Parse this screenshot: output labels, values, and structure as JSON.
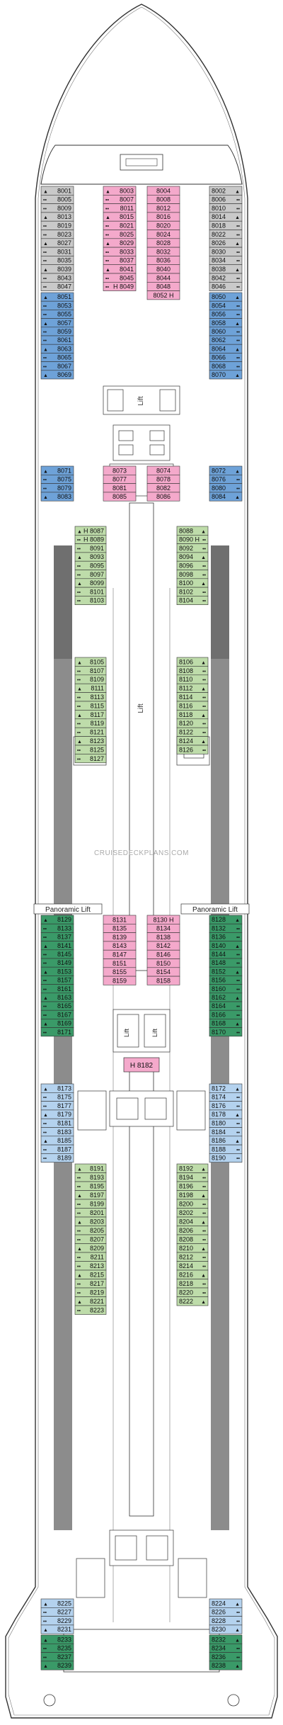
{
  "watermark": "CRUISEDECKPLANS.COM",
  "labels": {
    "lift_fwd": "Lift",
    "lift_mid": "Lift",
    "lift_aft_left": "Lift",
    "lift_aft_right": "Lift",
    "panoramic_left": "Panoramic Lift",
    "panoramic_right": "Panoramic Lift",
    "h8182": "H 8182"
  },
  "colors": {
    "grey": "#c9c9c9",
    "green": "#3a9a68",
    "pink": "#f4a9cb",
    "blue": "#6ea2d8",
    "light_green": "#bedcaa",
    "light_blue": "#b4d2ee",
    "dark_grey": "#8c8c8c",
    "hull": "#ffffff",
    "line": "#333333"
  },
  "sections": [
    {
      "id": "fwd-left-outer",
      "style": "grey",
      "cabins": [
        "8001",
        "8005",
        "8009",
        "8013",
        "8019",
        "8023",
        "8027",
        "8031",
        "8035",
        "8039",
        "8043",
        "8047"
      ]
    },
    {
      "id": "fwd-left-inner",
      "style": "pink",
      "cabins": [
        "8003",
        "8007",
        "8011",
        "8015",
        "8021",
        "8025",
        "8029",
        "8033",
        "8037",
        "8041",
        "8045",
        "H 8049"
      ]
    },
    {
      "id": "fwd-right-inner",
      "style": "pink",
      "cabins": [
        "8004",
        "8008",
        "8012",
        "8016",
        "8020",
        "8024",
        "8028",
        "8032",
        "8036",
        "8040",
        "8044",
        "8048",
        "8052 H"
      ]
    },
    {
      "id": "fwd-right-outer",
      "style": "grey",
      "cabins": [
        "8002",
        "8006",
        "8010",
        "8014",
        "8018",
        "8022",
        "8026",
        "8030",
        "8034",
        "8038",
        "8042",
        "8046"
      ]
    },
    {
      "id": "blue1-left",
      "style": "blue",
      "cabins": [
        "8051",
        "8053",
        "8055",
        "8057",
        "8059",
        "8061",
        "8063",
        "8065",
        "8067",
        "8069"
      ]
    },
    {
      "id": "blue1-right",
      "style": "blue",
      "cabins": [
        "8050",
        "8054",
        "8056",
        "8058",
        "8060",
        "8062",
        "8064",
        "8066",
        "8068",
        "8070"
      ]
    },
    {
      "id": "pink2-left",
      "style": "pink",
      "cabins": [
        "8073",
        "8077",
        "8081",
        "8085"
      ]
    },
    {
      "id": "pink2-right",
      "style": "pink",
      "cabins": [
        "8074",
        "8078",
        "8082",
        "8086"
      ]
    },
    {
      "id": "blue2-left",
      "style": "blue",
      "cabins": [
        "8071",
        "8075",
        "8079",
        "8083"
      ]
    },
    {
      "id": "blue2-right",
      "style": "blue",
      "cabins": [
        "8072",
        "8076",
        "8080",
        "8084"
      ]
    },
    {
      "id": "green1-left",
      "style": "lgreen",
      "cabins": [
        "H 8087",
        "H 8089",
        "8091",
        "8093",
        "8095",
        "8097",
        "8099",
        "8101",
        "8103"
      ]
    },
    {
      "id": "green1-right",
      "style": "lgreen",
      "cabins": [
        "8088",
        "8090 H",
        "8092",
        "8094",
        "8096",
        "8098",
        "8100",
        "8102",
        "8104"
      ]
    },
    {
      "id": "green2-left",
      "style": "lgreen",
      "cabins": [
        "8105",
        "8107",
        "8109",
        "8111",
        "8113",
        "8115",
        "8117",
        "8119",
        "8121",
        "8123",
        "8125",
        "8127"
      ]
    },
    {
      "id": "green2-right",
      "style": "lgreen",
      "cabins": [
        "8106",
        "8108",
        "8110",
        "8112",
        "8114",
        "8116",
        "8118",
        "8120",
        "8122",
        "8124",
        "8126"
      ]
    },
    {
      "id": "aft-left-outer",
      "style": "green",
      "cabins": [
        "8129",
        "8133",
        "8137",
        "8141",
        "8145",
        "8149",
        "8153",
        "8157",
        "8161",
        "8163",
        "8165",
        "8167",
        "8169",
        "8171"
      ]
    },
    {
      "id": "aft-left-inner",
      "style": "pink",
      "cabins": [
        "8131",
        "8135",
        "8139",
        "8143",
        "8147",
        "8151",
        "8155",
        "8159"
      ]
    },
    {
      "id": "aft-right-inner",
      "style": "pink",
      "cabins": [
        "8130 H",
        "8134",
        "8138",
        "8142",
        "8146",
        "8150",
        "8154",
        "8158"
      ]
    },
    {
      "id": "aft-right-outer",
      "style": "green",
      "cabins": [
        "8128",
        "8132",
        "8136",
        "8140",
        "8144",
        "8148",
        "8152",
        "8156",
        "8160",
        "8162",
        "8164",
        "8166",
        "8168",
        "8170"
      ]
    },
    {
      "id": "blue3-left",
      "style": "lblue",
      "cabins": [
        "8173",
        "8175",
        "8177",
        "8179",
        "8181",
        "8183",
        "8185",
        "8187",
        "8189"
      ]
    },
    {
      "id": "blue3-right",
      "style": "lblue",
      "cabins": [
        "8172",
        "8174",
        "8176",
        "8178",
        "8180",
        "8184",
        "8186",
        "8188",
        "8190"
      ]
    },
    {
      "id": "green3-left",
      "style": "lgreen",
      "cabins": [
        "8191",
        "8193",
        "8195",
        "8197",
        "8199",
        "8201",
        "8203",
        "8205",
        "8207",
        "8209",
        "8211",
        "8213",
        "8215",
        "8217",
        "8219",
        "8221",
        "8223"
      ]
    },
    {
      "id": "green3-right",
      "style": "lgreen",
      "cabins": [
        "8192",
        "8194",
        "8196",
        "8198",
        "8200",
        "8202",
        "8204",
        "8206",
        "8208",
        "8210",
        "8212",
        "8214",
        "8216",
        "8218",
        "8220",
        "8222"
      ]
    },
    {
      "id": "blue4-left",
      "style": "lblue",
      "cabins": [
        "8225",
        "8227",
        "8229",
        "8231"
      ]
    },
    {
      "id": "blue4-right",
      "style": "lblue",
      "cabins": [
        "8224",
        "8226",
        "8228",
        "8230"
      ]
    },
    {
      "id": "stern-left",
      "style": "green",
      "cabins": [
        "8233",
        "8235",
        "8237",
        "8239"
      ]
    },
    {
      "id": "stern-right",
      "style": "green",
      "cabins": [
        "8232",
        "8234",
        "8236",
        "8238"
      ]
    }
  ]
}
